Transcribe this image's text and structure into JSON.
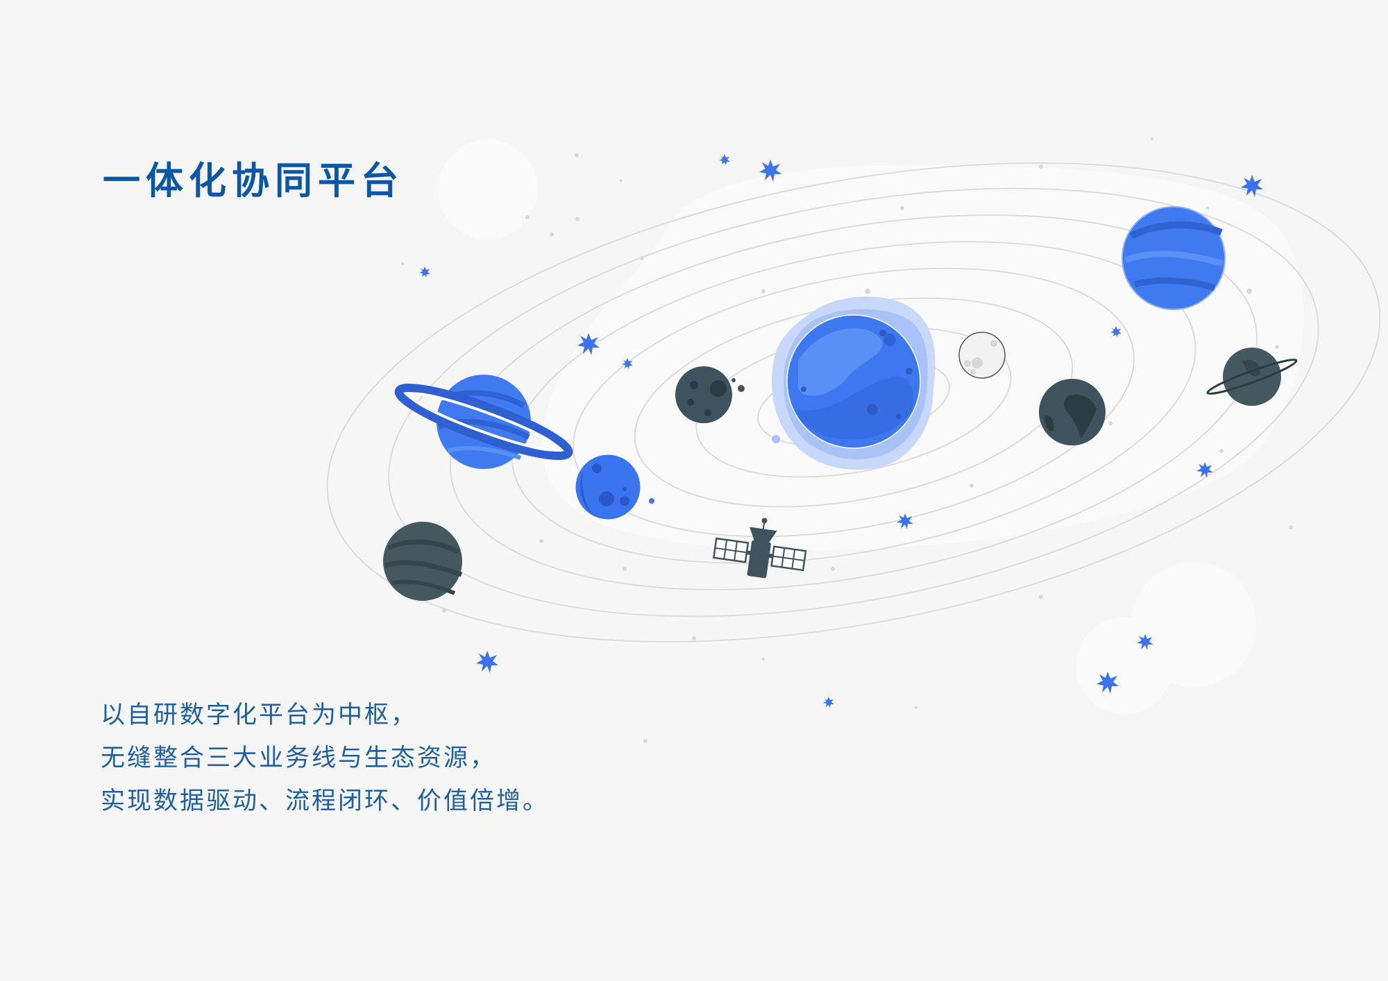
{
  "header": {
    "title": "一体化协同平台"
  },
  "description": {
    "lines": [
      "以自研数字化平台为中枢，",
      "无缝整合三大业务线与生态资源，",
      "实现数据驱动、流程闭环、价值倍增。"
    ]
  },
  "illustration": {
    "name": "solar-system",
    "elements": [
      "ringed-blue-planet",
      "blue-moon-planet",
      "dark-striped-planet",
      "dark-cratered-moon",
      "central-blue-planet",
      "white-moon",
      "earth-planet",
      "large-blue-planet",
      "dark-ringed-planet",
      "satellite"
    ],
    "colors": {
      "primary_blue": "#3f7af0",
      "dark_blue": "#2f5fd0",
      "slate": "#3e535d",
      "orbit_gray": "#dadada",
      "title_blue": "#0b57a6",
      "text_blue": "#1d5fa3",
      "background": "#f6f6f6"
    }
  }
}
